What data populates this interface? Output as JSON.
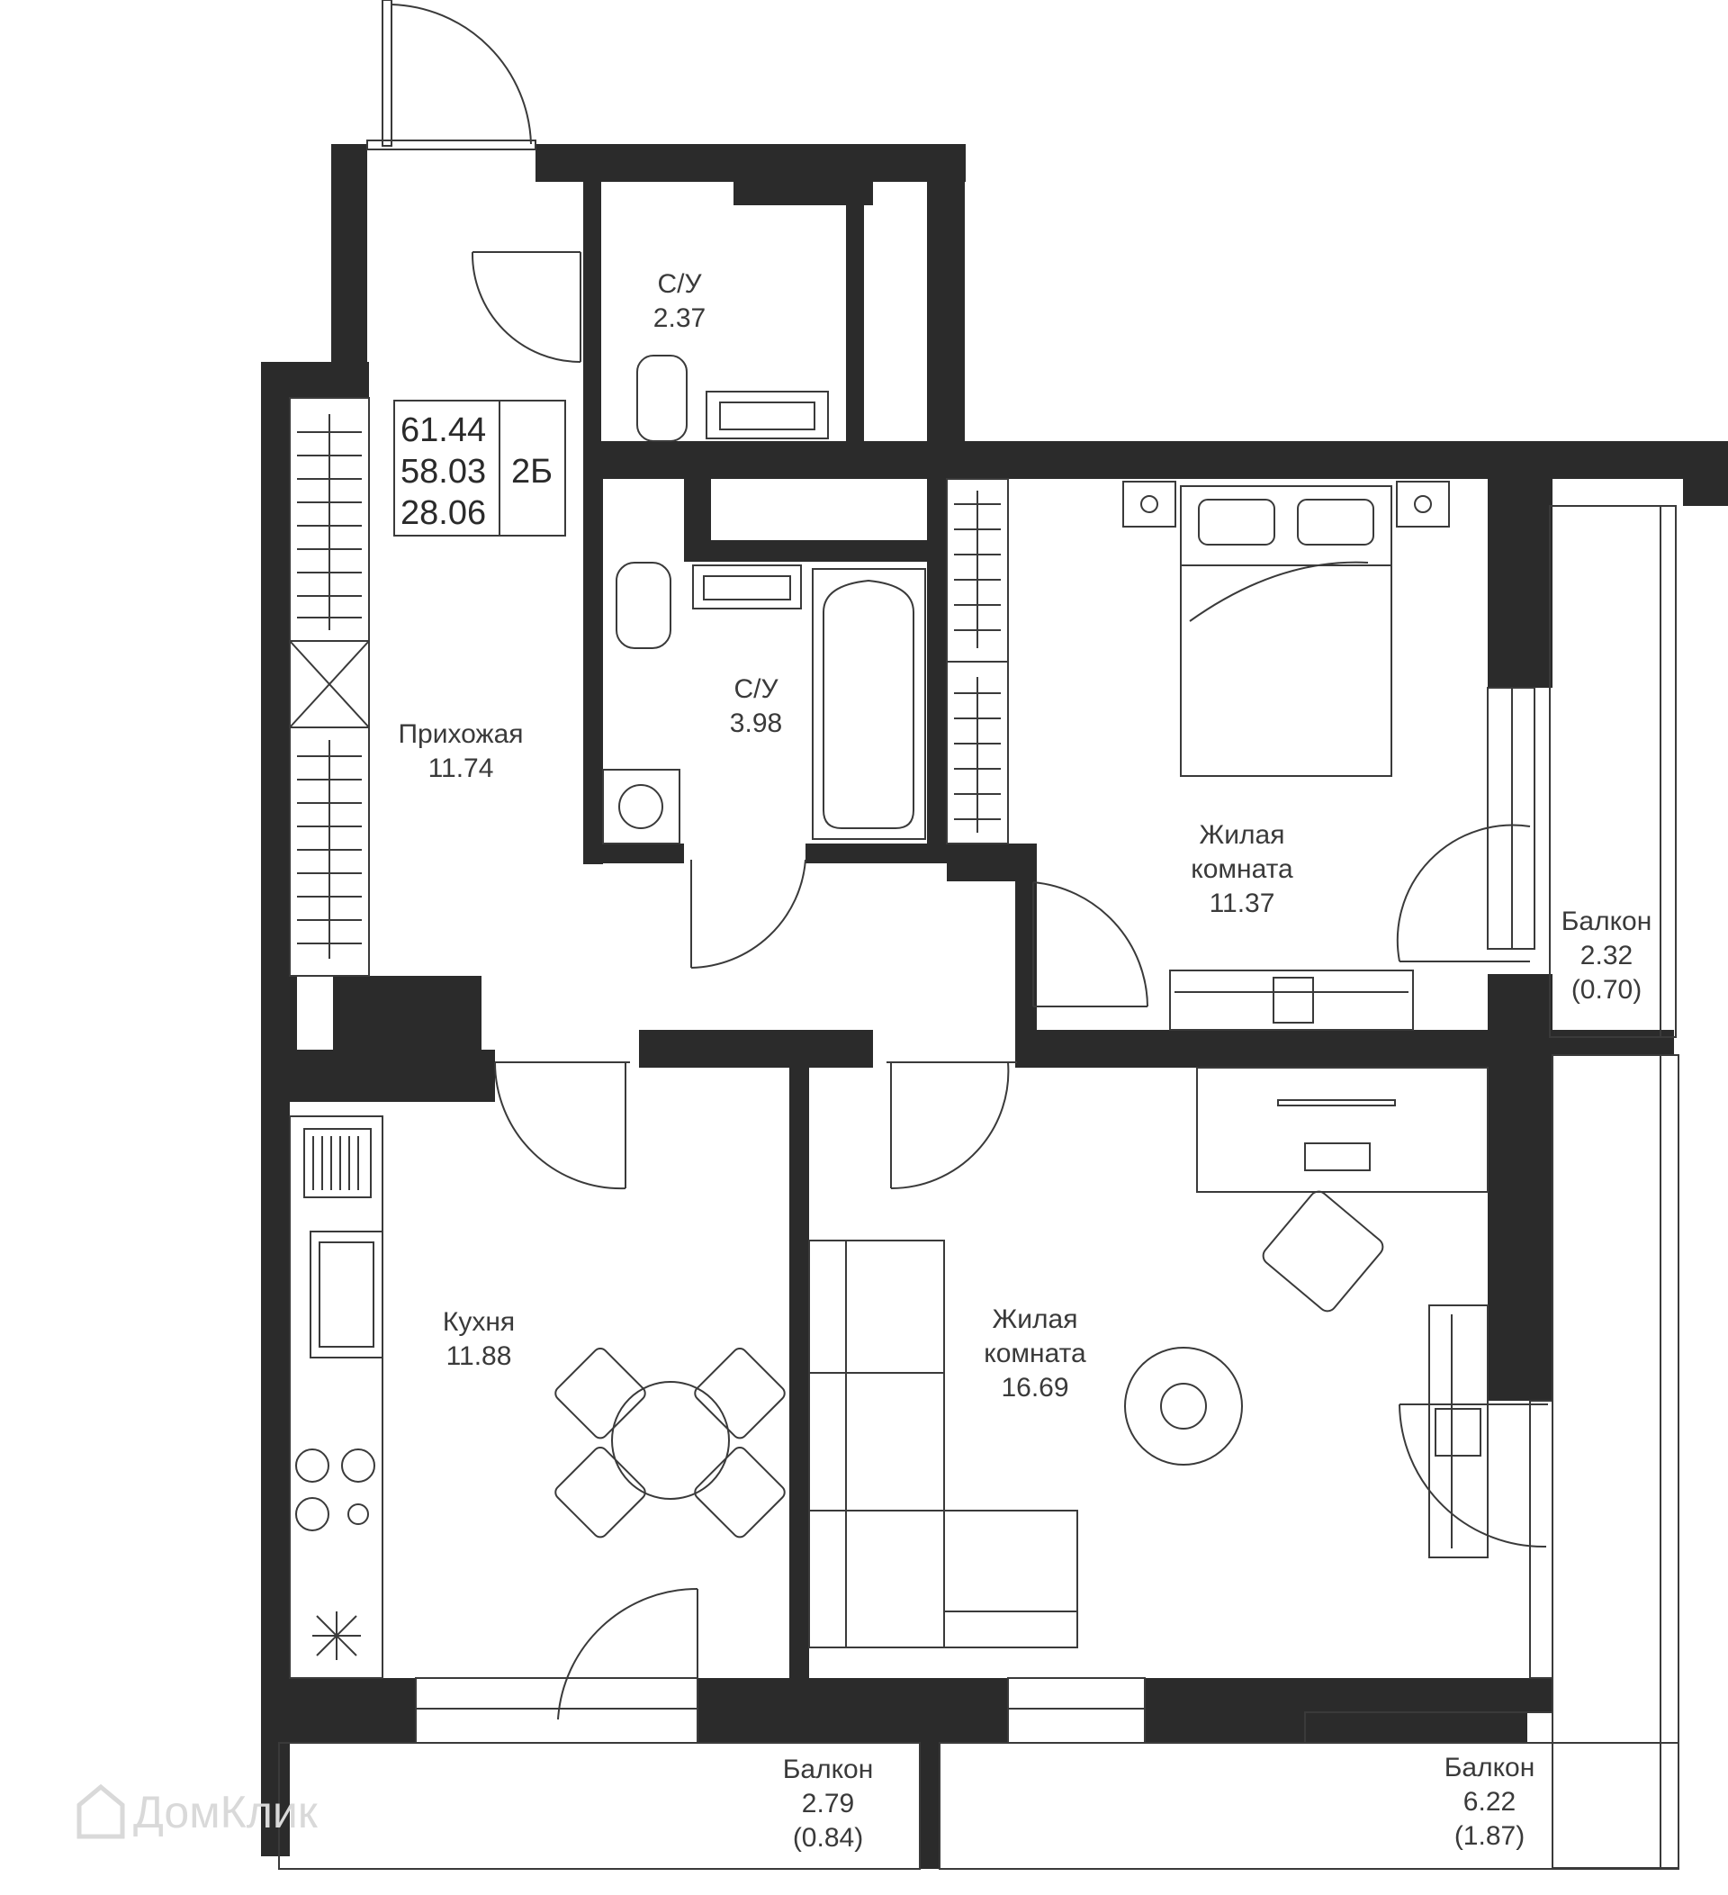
{
  "summary": {
    "total_area": "61.44",
    "living_total": "58.03",
    "living_area": "28.06",
    "apartment_type": "2Б"
  },
  "rooms": {
    "bathroom_small": {
      "name": "С/У",
      "area": "2.37"
    },
    "bathroom_large": {
      "name": "С/У",
      "area": "3.98"
    },
    "hallway": {
      "name": "Прихожая",
      "area": "11.74"
    },
    "bedroom": {
      "name1": "Жилая",
      "name2": "комната",
      "area": "11.37"
    },
    "living_room": {
      "name1": "Жилая",
      "name2": "комната",
      "area": "16.69"
    },
    "kitchen": {
      "name": "Кухня",
      "area": "11.88"
    },
    "balcony_right": {
      "name": "Балкон",
      "area": "2.32",
      "reduced": "(0.70)"
    },
    "balcony_kitchen": {
      "name": "Балкон",
      "area": "2.79",
      "reduced": "(0.84)"
    },
    "balcony_living": {
      "name": "Балкон",
      "area": "6.22",
      "reduced": "(1.87)"
    }
  },
  "watermark": {
    "text": "ДомКлик",
    "icon": "house-logo-icon"
  },
  "colors": {
    "wall": "#2b2b2b",
    "line": "#3a3a3a",
    "background": "#ffffff"
  }
}
